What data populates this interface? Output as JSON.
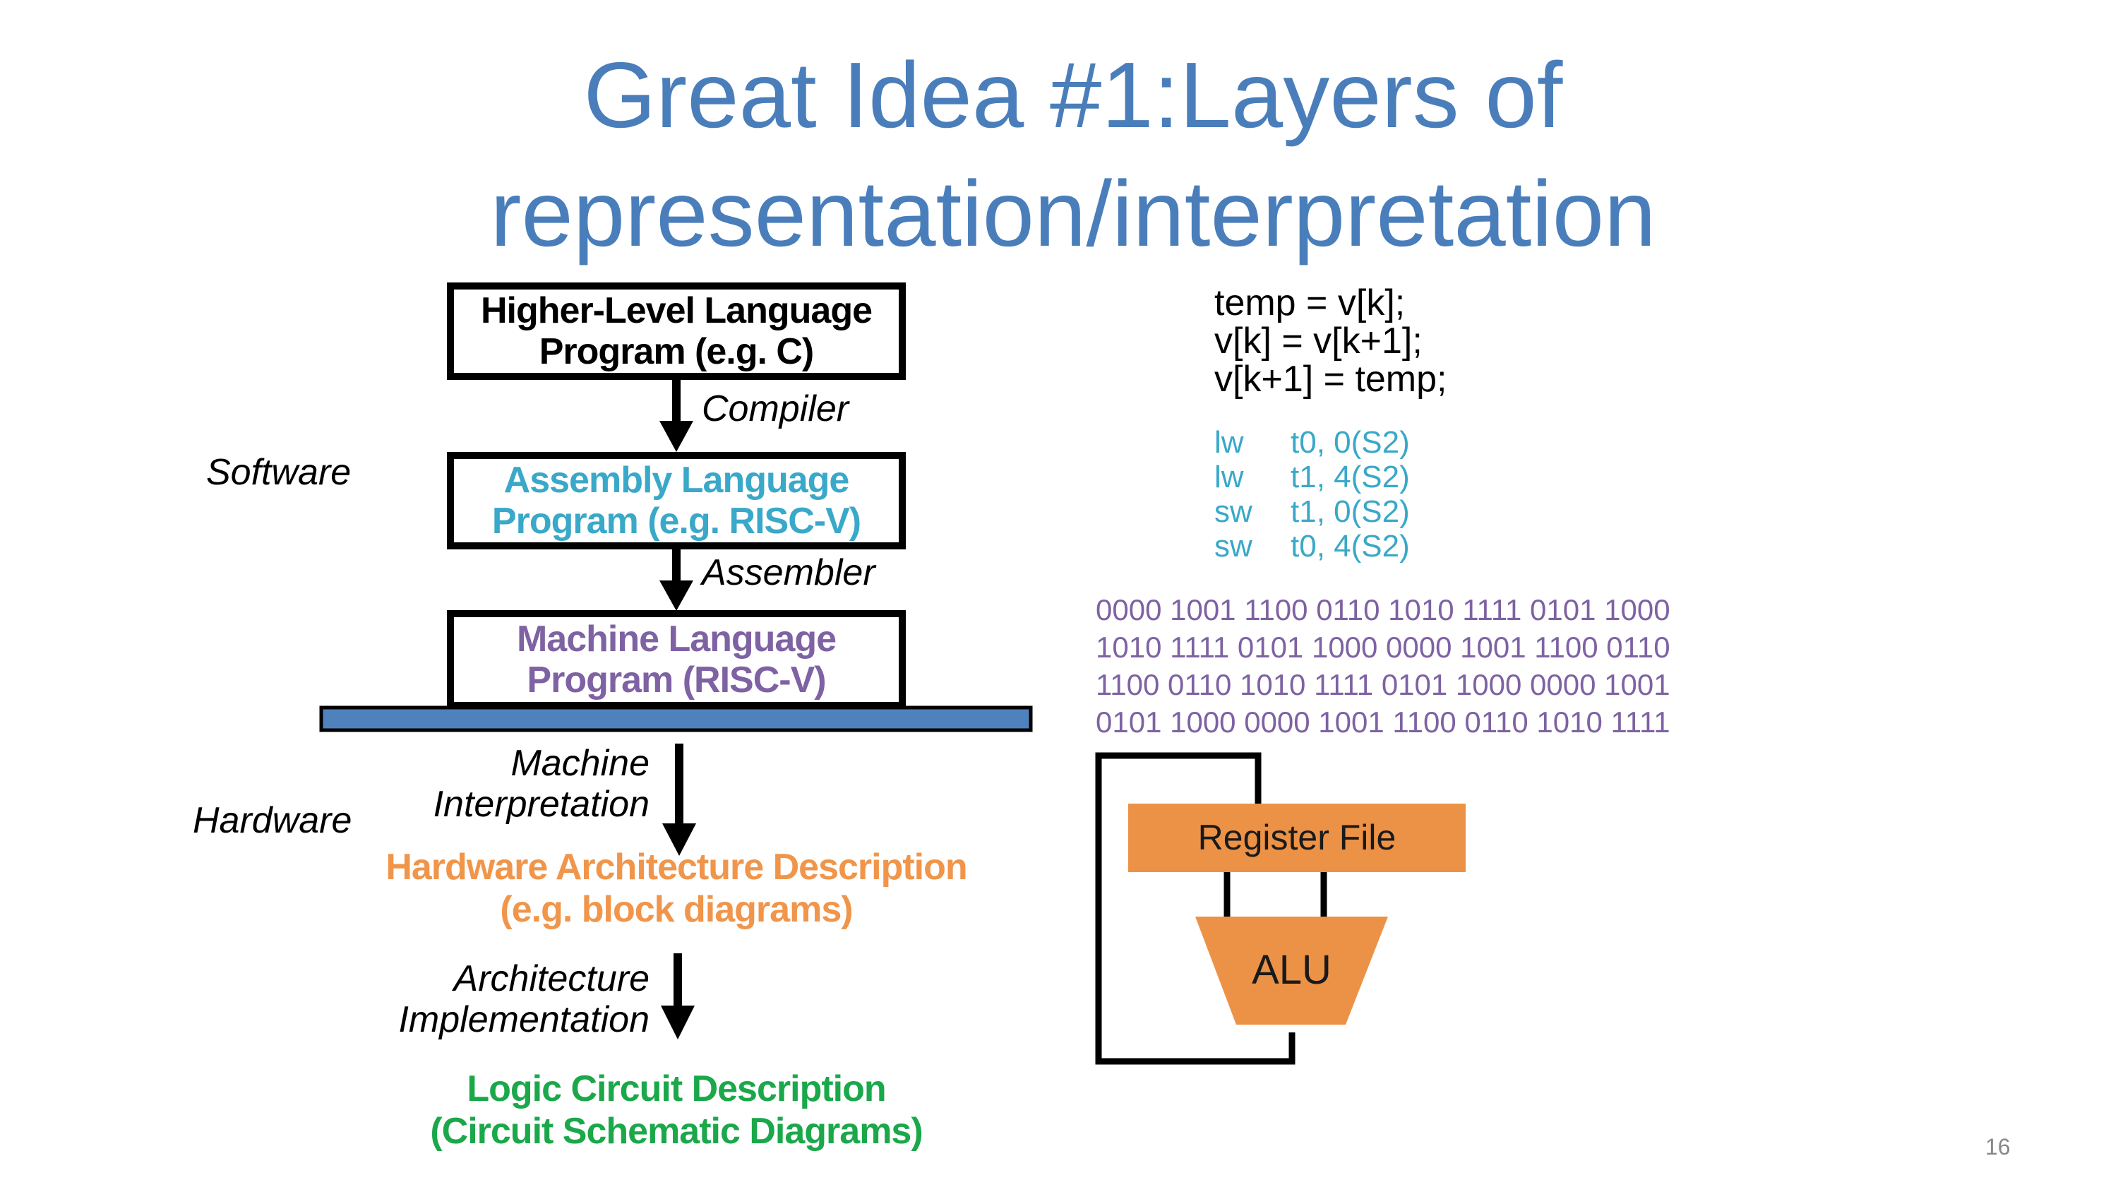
{
  "title": {
    "line1": "Great Idea #1:Layers of",
    "line2": "representation/interpretation"
  },
  "layers": {
    "hll": {
      "line1": "Higher-Level Language",
      "line2": "Program (e.g.  C)"
    },
    "asm": {
      "line1": "Assembly Language",
      "line2": "Program (e.g.  RISC-V)"
    },
    "machine": {
      "line1": "Machine Language",
      "line2": "Program (RISC-V)"
    },
    "hw_arch": {
      "line1": "Hardware Architecture Description",
      "line2": "(e.g.  block diagrams)"
    },
    "logic": {
      "line1": "Logic Circuit Description",
      "line2": "(Circuit Schematic Diagrams)"
    }
  },
  "transforms": {
    "compiler": "Compiler",
    "assembler": "Assembler",
    "machine_interp": {
      "line1": "Machine",
      "line2": "Interpretation"
    },
    "arch_impl": {
      "line1": "Architecture",
      "line2": "Implementation"
    }
  },
  "side_labels": {
    "software": "Software",
    "hardware": "Hardware"
  },
  "c_code": [
    "temp = v[k];",
    "v[k] = v[k+1];",
    "v[k+1] = temp;"
  ],
  "asm_code": [
    {
      "op": "lw",
      "args": "t0, 0(S2)"
    },
    {
      "op": "lw",
      "args": "t1, 4(S2)"
    },
    {
      "op": "sw",
      "args": "t1, 0(S2)"
    },
    {
      "op": "sw",
      "args": "t0, 4(S2)"
    }
  ],
  "binary": [
    "0000 1001 1100 0110 1010 1111 0101 1000",
    "1010 1111 0101 1000 0000 1001 1100 0110",
    "1100 0110 1010 1111 0101 1000 0000 1001",
    "0101 1000 0000 1001 1100 0110 1010 1111"
  ],
  "diagram": {
    "register_file": "Register File",
    "alu": "ALU"
  },
  "page_number": "16",
  "colors": {
    "title": "#4a7ebb",
    "asm": "#3aa8c8",
    "machine": "#7e62a3",
    "hw": "#f0954a",
    "logic": "#1aa84a",
    "bar": "#4f81bd",
    "block": "#ec9246"
  }
}
